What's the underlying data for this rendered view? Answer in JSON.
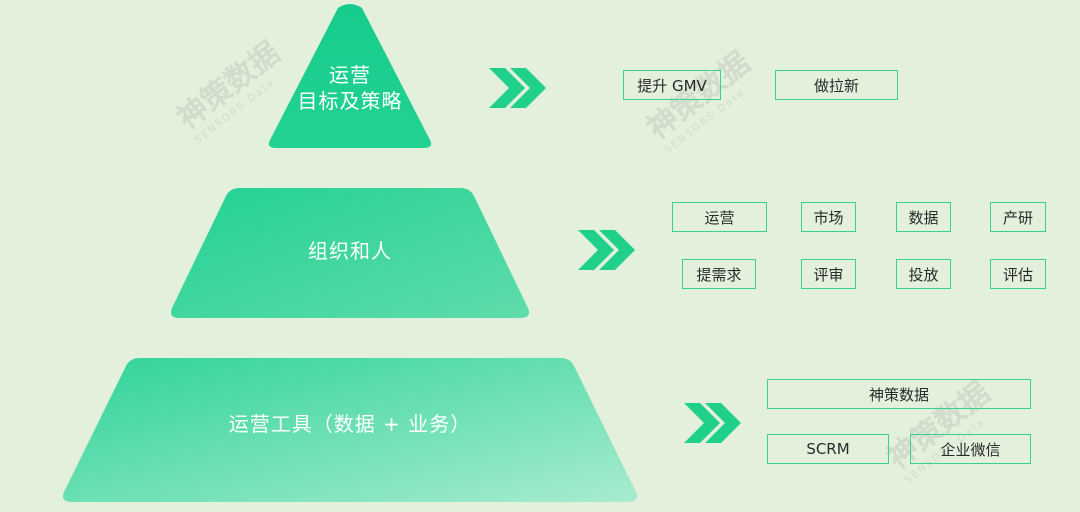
{
  "watermark": {
    "text": "神策数据",
    "sub": "SENSORS Data"
  },
  "tiers": [
    {
      "label_line1": "运营",
      "label_line2": "目标及策略"
    },
    {
      "label": "组织和人"
    },
    {
      "label": "运营工具（数据 + 业务）"
    }
  ],
  "tier1_items": [
    "提升 GMV",
    "做拉新"
  ],
  "tier2_items_row1": [
    "运营",
    "市场",
    "数据",
    "产研"
  ],
  "tier2_items_row2": [
    "提需求",
    "评审",
    "投放",
    "评估"
  ],
  "tier3_items": [
    "神策数据",
    "SCRM",
    "企业微信"
  ],
  "colors": {
    "accent": "#1fcf8a",
    "box_border": "#3ccf92",
    "background": "#e3f0dc"
  }
}
